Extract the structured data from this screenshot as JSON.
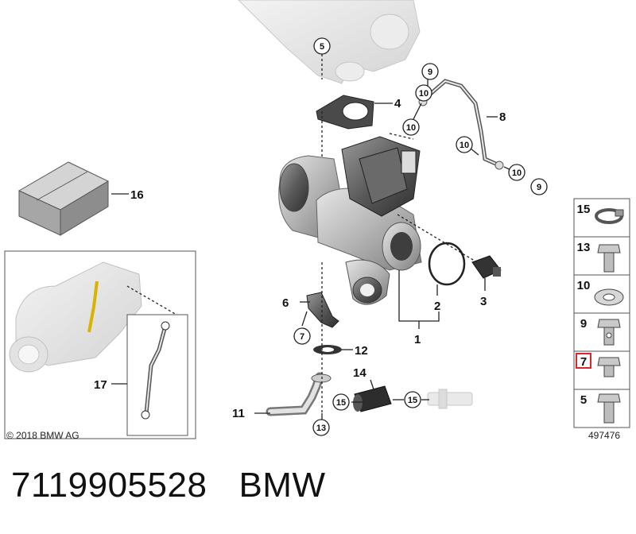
{
  "callouts": {
    "c1": "1",
    "c2": "2",
    "c3": "3",
    "c4": "4",
    "c5": "5",
    "c6": "6",
    "c7": "7",
    "c8": "8",
    "c9": "9",
    "c10": "10",
    "c11": "11",
    "c12": "12",
    "c13": "13",
    "c14": "14",
    "c15": "15",
    "c16": "16",
    "c17": "17"
  },
  "legend": {
    "items": [
      "15",
      "13",
      "10",
      "9",
      "7",
      "5"
    ],
    "highlighted": "7",
    "highlight_color": "#e0242a"
  },
  "copyright": "© 2018 BMW AG",
  "diagram_number": "497476",
  "part": {
    "number": "7119905528",
    "brand": "BMW"
  }
}
